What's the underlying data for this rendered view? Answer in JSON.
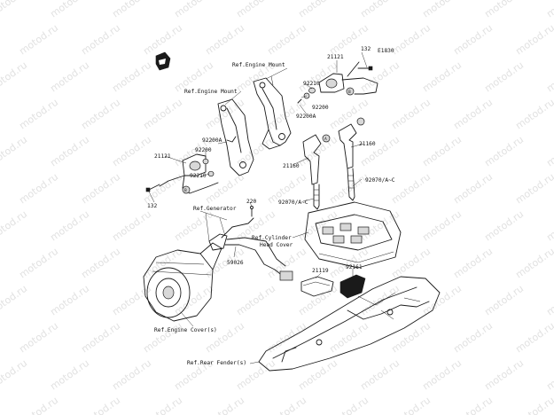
{
  "watermark": "motod.ru",
  "figure_code": "E1830",
  "labels": {
    "ref_engine_mount_right": "Ref.Engine Mount",
    "ref_engine_mount_left": "Ref.Engine Mount",
    "ref_generator": "Ref.Generator",
    "ref_cylinder_head_cover_1": "Ref.Cylinder",
    "ref_cylinder_head_cover_2": "Head Cover",
    "ref_engine_cover": "Ref.Engine Cover(s)",
    "ref_rear_fender": "Ref.Rear Fender(s)",
    "p21121_right": "21121",
    "p132_right": "132",
    "p92210_right": "92210",
    "p92200_right": "92200",
    "p92200A_right": "92200A",
    "p21160_right": "21160",
    "p92070_right": "92070/A~C",
    "p21160_left": "21160",
    "p92070_left": "92070/A~C",
    "p92200A_left": "92200A",
    "p92200_left": "92200",
    "p21121_left": "21121",
    "p92210_left": "92210",
    "p132_left": "132",
    "p220": "220",
    "p59026": "59026",
    "p21119": "21119",
    "p92161": "92161",
    "marker_a": "A",
    "marker_b": "B"
  }
}
